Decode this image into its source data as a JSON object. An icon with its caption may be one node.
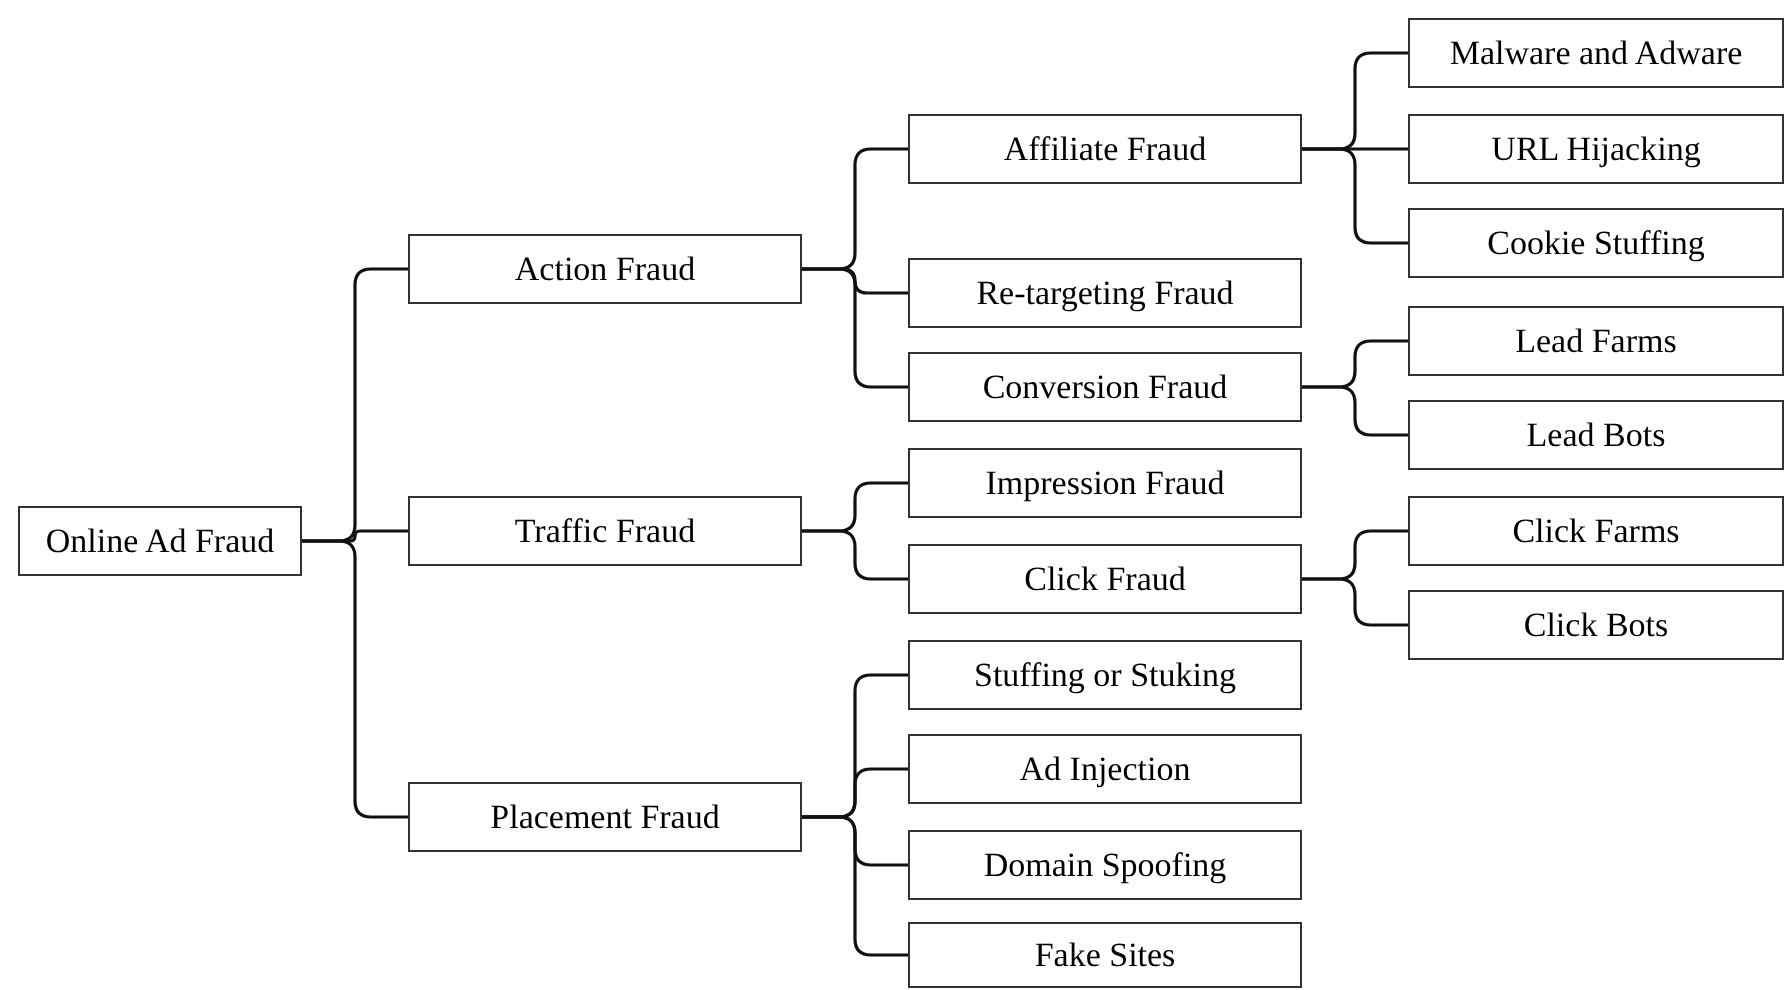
{
  "diagram": {
    "nodes": [
      {
        "text": [
          "Online Ad Fraud"
        ]
      },
      {
        "text": [
          "Action Fraud"
        ]
      },
      {
        "text": [
          "Affiliate Fraud"
        ]
      },
      {
        "text": [
          "Malware and Adware"
        ]
      },
      {
        "text": [
          "URL Hijacking"
        ]
      },
      {
        "text": [
          "Cookie Stuffing"
        ]
      },
      {
        "text": [
          "Re-targeting Fraud"
        ]
      },
      {
        "text": [
          "Conversion Fraud"
        ]
      },
      {
        "text": [
          "Lead Farms"
        ]
      },
      {
        "text": [
          "Lead Bots"
        ]
      },
      {
        "text": [
          "Traffic Fraud"
        ]
      },
      {
        "text": [
          "Impression Fraud"
        ]
      },
      {
        "text": [
          "Click Fraud"
        ]
      },
      {
        "text": [
          "Click Farms"
        ]
      },
      {
        "text": [
          "Click Bots"
        ]
      },
      {
        "text": [
          "Placement Fraud"
        ]
      },
      {
        "text": [
          "Stuffing or Stuking"
        ]
      },
      {
        "text": [
          "Ad Injection"
        ]
      },
      {
        "text": [
          "Domain Spoofing"
        ]
      },
      {
        "text": [
          "Fake Sites"
        ]
      }
    ],
    "edges": [
      {
        "from": 0,
        "to": 1,
        "arrow": "none"
      },
      {
        "from": 1,
        "to": 2,
        "arrow": "none"
      },
      {
        "from": 2,
        "to": 3,
        "arrow": "none"
      },
      {
        "from": 2,
        "to": 4,
        "arrow": "none"
      },
      {
        "from": 2,
        "to": 5,
        "arrow": "none"
      },
      {
        "from": 1,
        "to": 6,
        "arrow": "none"
      },
      {
        "from": 1,
        "to": 7,
        "arrow": "none"
      },
      {
        "from": 7,
        "to": 8,
        "arrow": "none"
      },
      {
        "from": 7,
        "to": 9,
        "arrow": "none"
      },
      {
        "from": 0,
        "to": 10,
        "arrow": "none"
      },
      {
        "from": 10,
        "to": 11,
        "arrow": "none"
      },
      {
        "from": 10,
        "to": 12,
        "arrow": "none"
      },
      {
        "from": 12,
        "to": 13,
        "arrow": "none"
      },
      {
        "from": 12,
        "to": 14,
        "arrow": "none"
      },
      {
        "from": 0,
        "to": 15,
        "arrow": "none"
      },
      {
        "from": 15,
        "to": 16,
        "arrow": "none"
      },
      {
        "from": 15,
        "to": 17,
        "arrow": "none"
      },
      {
        "from": 15,
        "to": 18,
        "arrow": "none"
      },
      {
        "from": 15,
        "to": 19,
        "arrow": "none"
      }
    ]
  }
}
